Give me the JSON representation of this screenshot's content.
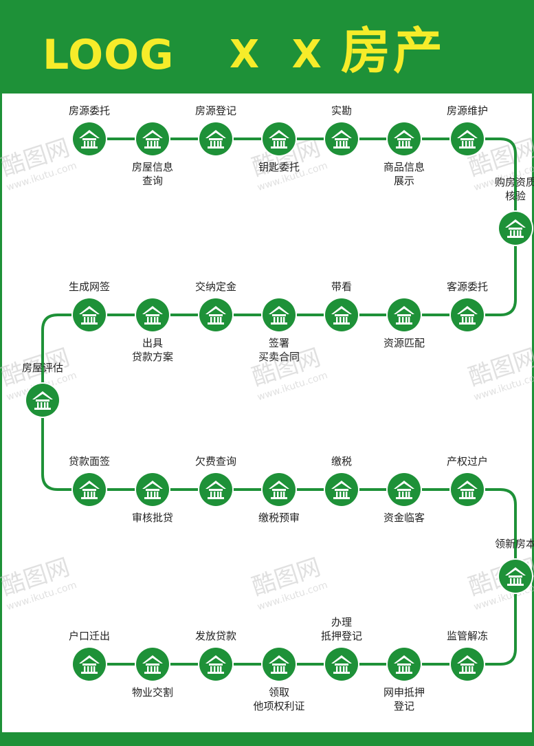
{
  "header": {
    "brand": "LOOG",
    "mark": "X X",
    "name": "房产"
  },
  "colors": {
    "primary_green": "#1e9138",
    "title_yellow": "#f6ec2a",
    "node_green": "#1e9138",
    "icon_white": "#ffffff",
    "text": "#222222"
  },
  "watermark": {
    "brand": "酷图网",
    "url": "www.ikutu.com"
  },
  "steps": [
    {
      "label": "房源委托"
    },
    {
      "label": "房屋信息\n查询"
    },
    {
      "label": "房源登记"
    },
    {
      "label": "钥匙委托"
    },
    {
      "label": "实勘"
    },
    {
      "label": "商品信息\n展示"
    },
    {
      "label": "房源维护"
    },
    {
      "label": "购房资质\n核验"
    },
    {
      "label": "客源委托"
    },
    {
      "label": "资源匹配"
    },
    {
      "label": "带看"
    },
    {
      "label": "签署\n买卖合同"
    },
    {
      "label": "交纳定金"
    },
    {
      "label": "出具\n贷款方案"
    },
    {
      "label": "生成网签"
    },
    {
      "label": "房屋评估"
    },
    {
      "label": "贷款面签"
    },
    {
      "label": "审核批贷"
    },
    {
      "label": "欠费查询"
    },
    {
      "label": "缴税预审"
    },
    {
      "label": "缴税"
    },
    {
      "label": "资金临客"
    },
    {
      "label": "产权过户"
    },
    {
      "label": "领新房本"
    },
    {
      "label": "监管解冻"
    },
    {
      "label": "网申抵押\n登记"
    },
    {
      "label": "办理\n抵押登记"
    },
    {
      "label": "领取\n他项权利证"
    },
    {
      "label": "发放贷款"
    },
    {
      "label": "物业交割"
    },
    {
      "label": "户口迁出"
    }
  ]
}
